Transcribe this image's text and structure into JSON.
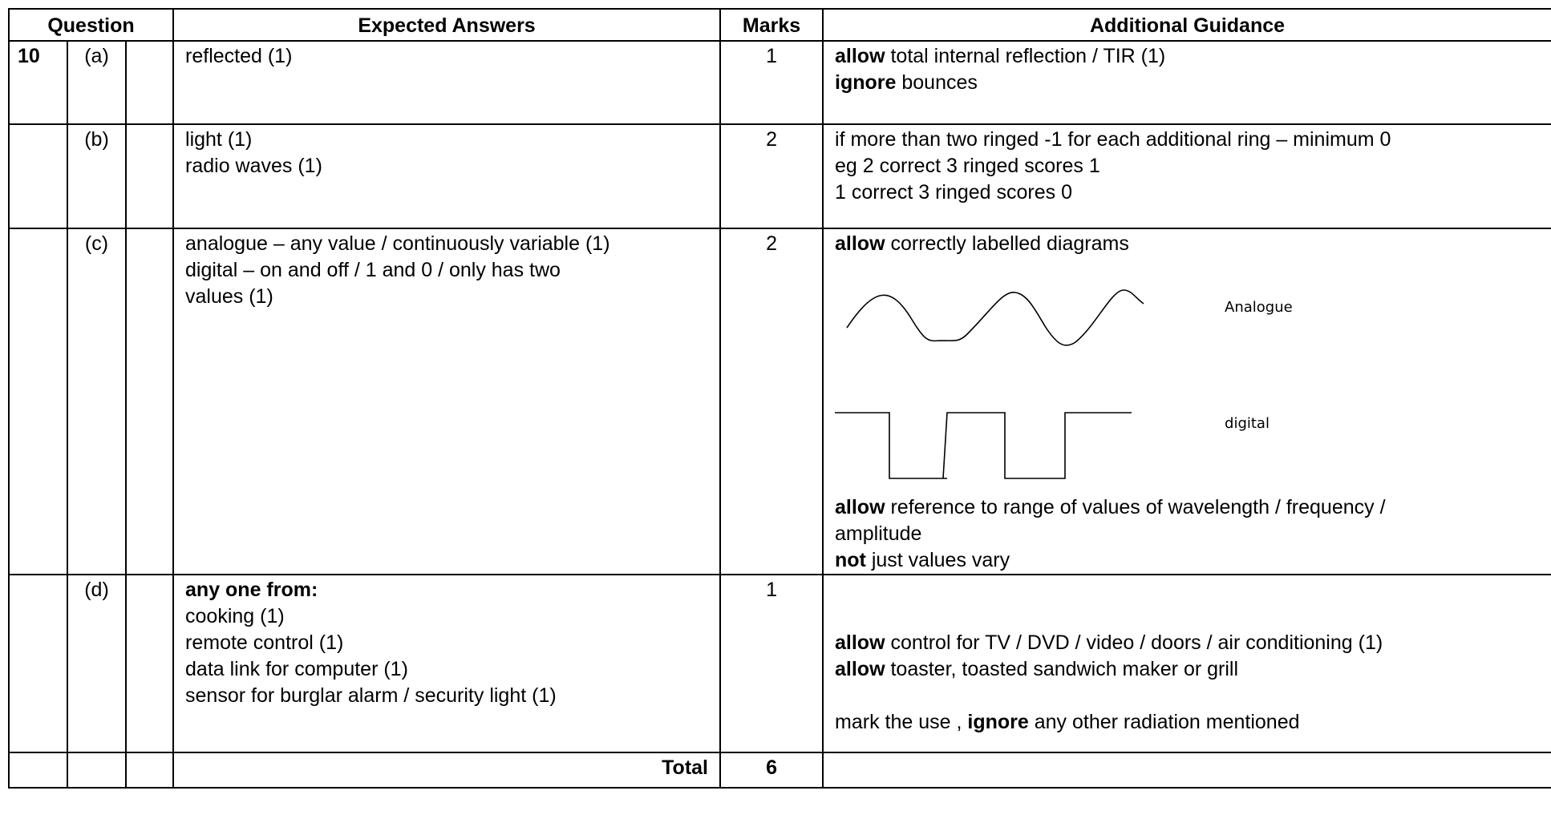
{
  "headers": {
    "question": "Question",
    "expected": "Expected Answers",
    "marks": "Marks",
    "guidance": "Additional Guidance"
  },
  "question_number": "10",
  "parts": [
    {
      "part": "(a)",
      "answers": [
        "reflected (1)"
      ],
      "marks": "1",
      "guidance": [
        {
          "bold": "allow",
          "text": " total internal reflection / TIR (1)"
        },
        {
          "bold": "ignore",
          "text": " bounces"
        }
      ]
    },
    {
      "part": "(b)",
      "answers": [
        "light (1)",
        "radio waves (1)"
      ],
      "marks": "2",
      "guidance": [
        "if more than two ringed -1 for each additional ring – minimum 0",
        "eg 2 correct 3 ringed scores 1",
        "1 correct 3 ringed scores 0"
      ]
    },
    {
      "part": "(c)",
      "answers": [
        "analogue – any value / continuously variable (1)",
        "digital – on and off / 1 and 0 / only has two",
        "values (1)"
      ],
      "marks": "2",
      "guidance_top": {
        "bold": "allow",
        "text": " correctly labelled diagrams"
      },
      "diagram_labels": {
        "analogue": "Analogue",
        "digital": "digital"
      },
      "guidance_bottom": [
        {
          "bold": "allow",
          "text": " reference to range of values of wavelength / frequency /"
        },
        {
          "bold": "",
          "text": "amplitude"
        },
        {
          "bold": "not",
          "text": " just values vary"
        }
      ]
    },
    {
      "part": "(d)",
      "answers_heading": "any one from:",
      "answers": [
        "cooking (1)",
        "remote control (1)",
        "data link for computer (1)",
        "sensor for burglar alarm / security light (1)"
      ],
      "marks": "1",
      "guidance": [
        {
          "bold": "allow",
          "text": " control for TV / DVD / video / doors / air conditioning (1)"
        },
        {
          "bold": "allow",
          "text": " toaster, toasted sandwich maker or grill"
        }
      ],
      "guidance_last": {
        "pre": "mark the use , ",
        "bold": "ignore",
        "text": " any other radiation mentioned"
      }
    }
  ],
  "total_label": "Total",
  "total_marks": "6"
}
